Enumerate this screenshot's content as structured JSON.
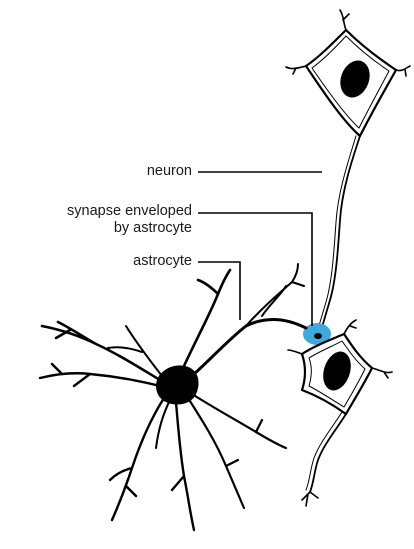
{
  "labels": {
    "neuron": "neuron",
    "synapse_line1": "synapse enveloped",
    "synapse_line2": "by astrocyte",
    "astrocyte": "astrocyte"
  },
  "colors": {
    "ink": "#000000",
    "synapse": "#3fa9dc",
    "background": "#ffffff"
  }
}
